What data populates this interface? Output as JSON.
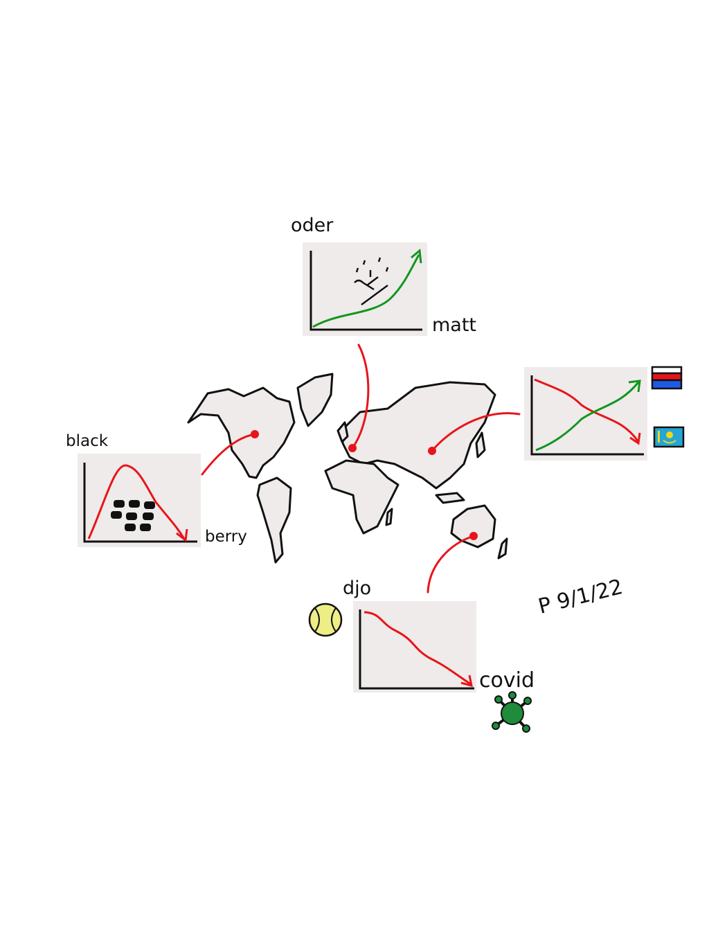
{
  "labels": {
    "oder": "oder",
    "matt": "matt",
    "black": "black",
    "berry": "berry",
    "djo": "djo",
    "covid": "covid",
    "date": "P 9/1/22"
  },
  "colors": {
    "panel": "#eeebea",
    "red": "#e8141b",
    "green": "#12961f",
    "tennis_ball": "#eeee86",
    "virus": "#1e8c3a",
    "russia_red": "#e8141b",
    "russia_blue": "#1f5ae6",
    "kazakh_blue": "#25a6d6",
    "kazakh_yellow": "#f0d71e"
  }
}
